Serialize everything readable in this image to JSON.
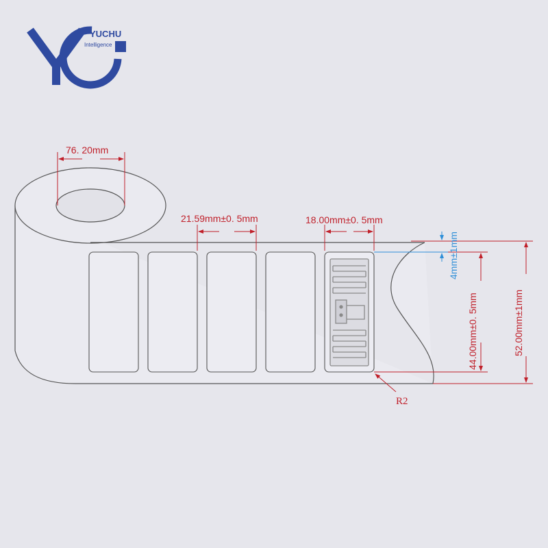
{
  "logo": {
    "brand": "YUCHU",
    "tagline": "Intelligence",
    "color": "#2f4aa0"
  },
  "dimensions": {
    "core_diameter": "76. 20mm",
    "label_width": "21.59mm±0. 5mm",
    "inlay_width": "18.00mm±0. 5mm",
    "gap": "4mm±1mm",
    "label_height": "44.00mm±0. 5mm",
    "liner_height": "52.00mm±1mm",
    "corner_radius": "R2"
  },
  "colors": {
    "dimension_red": "#c0202a",
    "dimension_blue": "#2f8fd8",
    "outline": "#555555"
  }
}
